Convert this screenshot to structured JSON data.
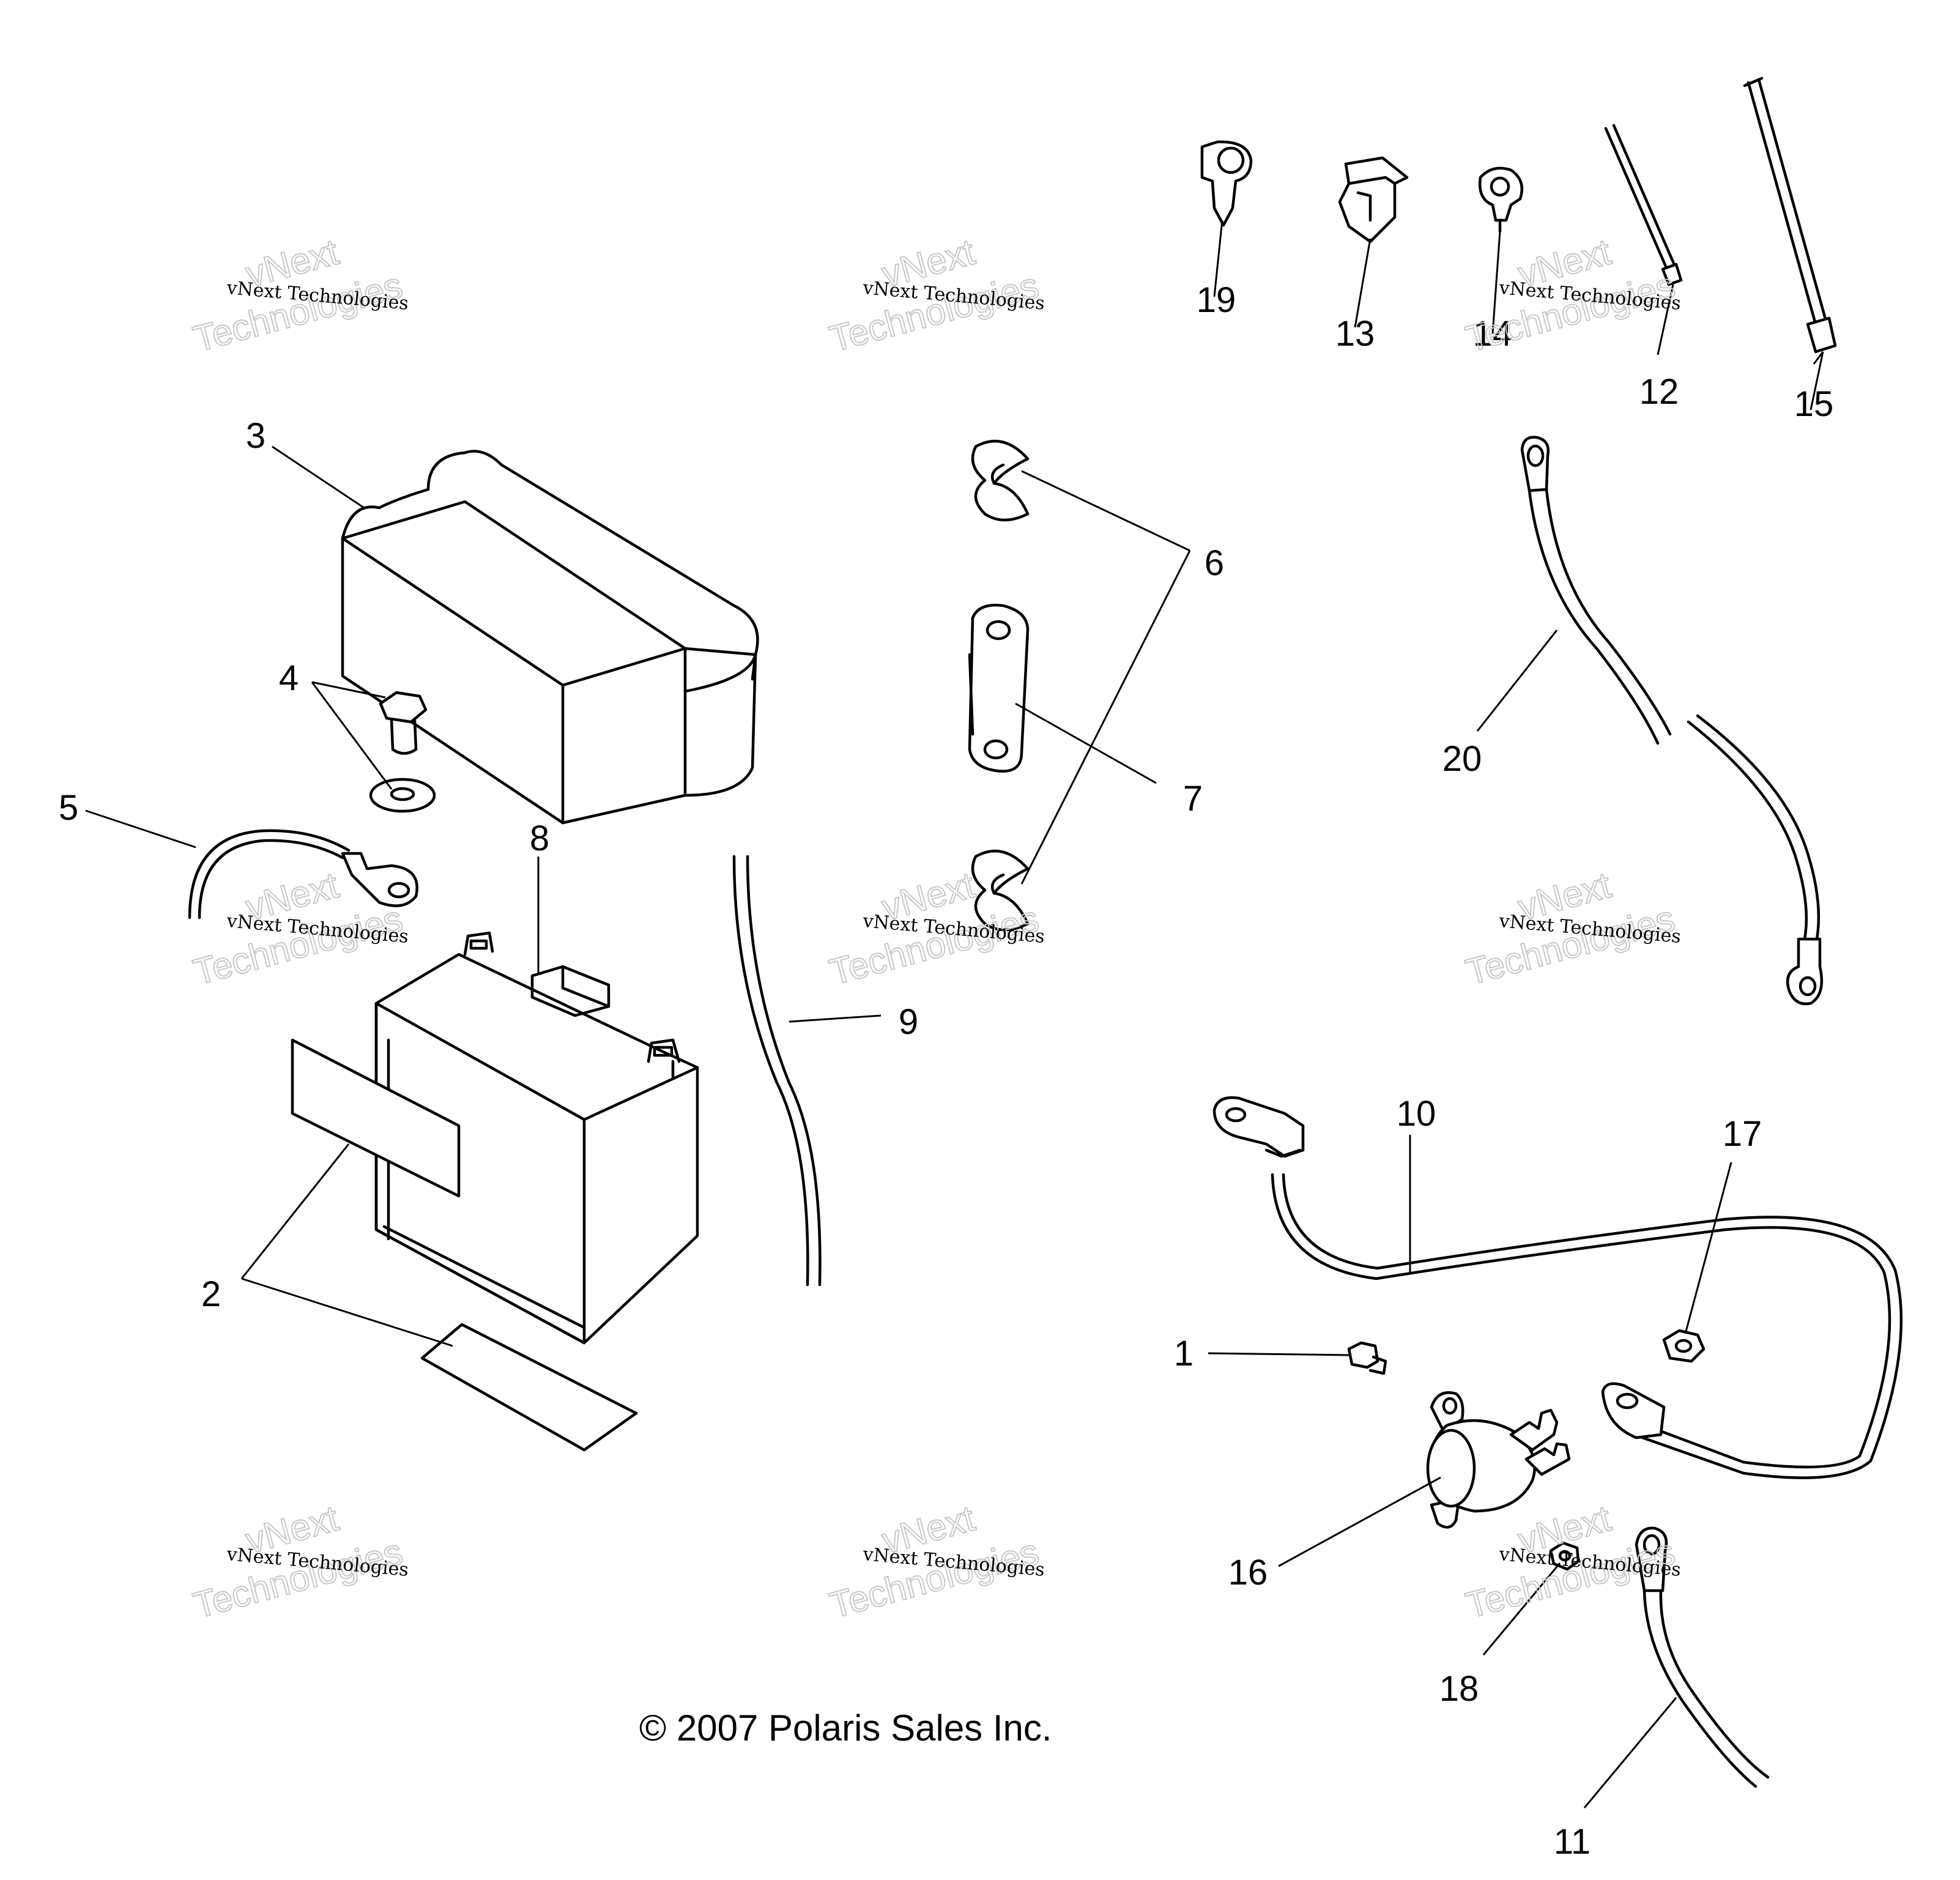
{
  "callouts": {
    "c1": "1",
    "c2": "2",
    "c3": "3",
    "c4": "4",
    "c5": "5",
    "c6": "6",
    "c7": "7",
    "c8": "8",
    "c9": "9",
    "c10": "10",
    "c11": "11",
    "c12": "12",
    "c13": "13",
    "c14": "14",
    "c15": "15",
    "c16": "16",
    "c17": "17",
    "c18": "18",
    "c19": "19",
    "c20": "20"
  },
  "copyright": "© 2007 Polaris Sales Inc.",
  "watermark": {
    "line_small": "vNext Technologies",
    "line_big_1": "vNext",
    "line_big_2": "Technologies"
  }
}
